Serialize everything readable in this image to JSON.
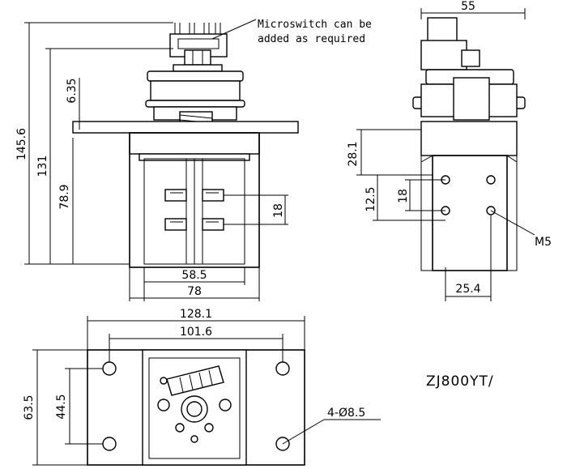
{
  "annotations": {
    "microswitch_note_line1": "Microswitch can be",
    "microswitch_note_line2": "added as required",
    "model": "ZJ800YT/",
    "hole_spec": "4-Ø8.5",
    "thread_spec": "M5"
  },
  "dimensions": {
    "front_total_height": "145.6",
    "front_body_height": "131",
    "front_top_offset": "6.35",
    "front_lower_height": "78.9",
    "front_terminal_spacing": "18",
    "front_inner_width": "58.5",
    "front_body_width": "78",
    "side_width": "55",
    "side_height": "28.1",
    "side_left_spacing": "12.5",
    "side_right_spacing": "18",
    "side_bottom_width": "25.4",
    "base_total_width": "128.1",
    "base_hole_width": "101.6",
    "base_total_height": "63.5",
    "base_hole_height": "44.5"
  }
}
